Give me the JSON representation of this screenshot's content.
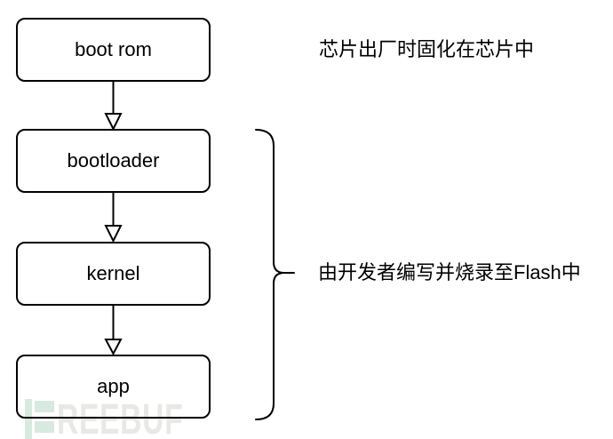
{
  "diagram": {
    "nodes": [
      {
        "label": "boot rom"
      },
      {
        "label": "bootloader"
      },
      {
        "label": "kernel"
      },
      {
        "label": "app"
      }
    ],
    "annotations": [
      {
        "text": "芯片出厂时固化在芯片中"
      },
      {
        "text": "由开发者编写并烧录至Flash中"
      }
    ],
    "colors": {
      "stroke": "#000000",
      "text": "#000000",
      "arrowhead_fill": "#ffffff"
    }
  },
  "watermark": {
    "brand": "FREEBUF",
    "letters": "REEBUF",
    "logo_green": "#d8e9df",
    "letter_gray": "#e8e8e5"
  }
}
